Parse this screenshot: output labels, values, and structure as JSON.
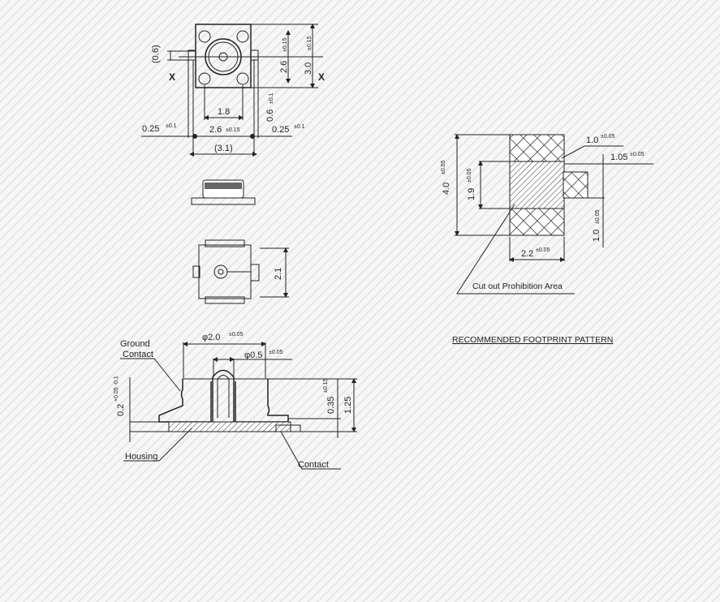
{
  "top_view": {
    "dim_06": "(0.6)",
    "dim_26v": "2.6",
    "tol_26v": "±0.15",
    "dim_30": "3.0",
    "tol_30": "±0.15",
    "x_left": "X",
    "x_right": "X",
    "dim_18": "1.8",
    "dim_06v": "0.6",
    "tol_06v": "±0.1",
    "dim_025_left": "0.25",
    "tol_025_left": "±0.1",
    "dim_26h": "2.6",
    "tol_26h": "±0.15",
    "dim_025_right": "0.25",
    "tol_025_right": "±0.1",
    "dim_31": "(3.1)"
  },
  "bottom_view": {
    "dim_21": "2.1"
  },
  "section_view": {
    "ground_contact_1": "Ground",
    "ground_contact_2": "Contact",
    "dia_20": "φ2.0",
    "tol_20": "±0.05",
    "dia_05": "φ0.5",
    "tol_05": "±0.05",
    "dim_02": "0.2",
    "tol_02": "+0.05 -0.1",
    "dim_035": "0.35",
    "tol_035": "±0.15",
    "dim_125": "1.25",
    "housing": "Housing",
    "contact": "Contact"
  },
  "footprint": {
    "dim_40": "4.0",
    "tol_40": "±0.05",
    "dim_19": "1.9",
    "tol_19": "±0.05",
    "dim_10_top": "1.0",
    "tol_10_top": "±0.05",
    "dim_105": "1.05",
    "tol_105": "±0.05",
    "dim_10_side": "1.0",
    "tol_10_side": "±0.05",
    "dim_22": "2.2",
    "tol_22": "±0.05",
    "cutout_label": "Cut out Prohibition Area",
    "title": "RECOMMENDED FOOTPRINT PATTERN"
  }
}
